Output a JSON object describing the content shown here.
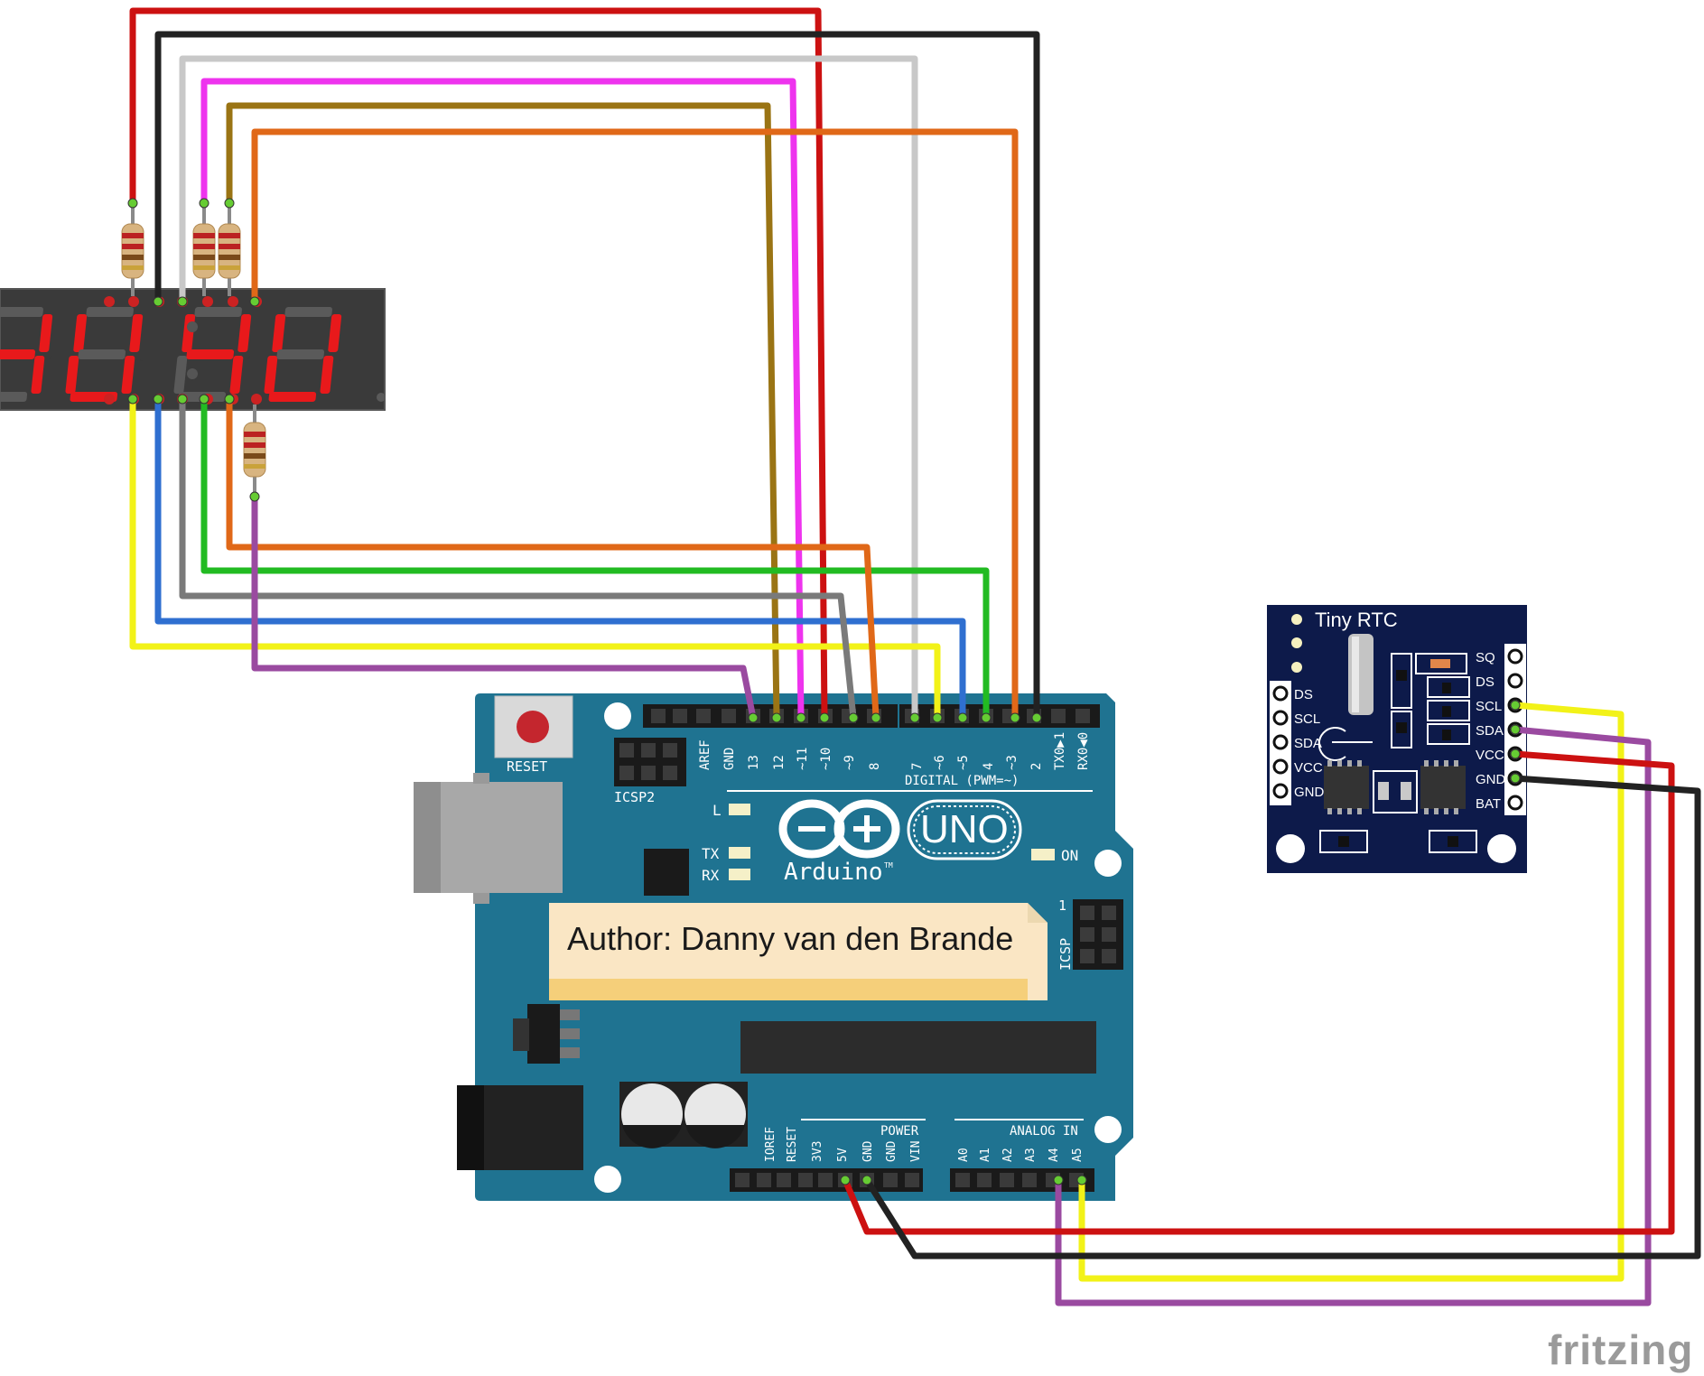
{
  "display": {
    "digits": [
      "4",
      "U",
      "4",
      "U"
    ]
  },
  "arduino": {
    "reset_label": "RESET",
    "icsp2_label": "ICSP2",
    "icsp_label": "ICSP",
    "icsp_pin1": "1",
    "digital_header": "DIGITAL (PWM=~)",
    "pin_labels_top": [
      "AREF",
      "GND",
      "13",
      "12",
      "~11",
      "~10",
      "~9",
      "8",
      "7",
      "~6",
      "~5",
      "4",
      "~3",
      "2",
      "TX0▶1",
      "RX0◀0"
    ],
    "led_l": "L",
    "led_tx": "TX",
    "led_rx": "RX",
    "led_on": "ON",
    "logo_uno": "UNO",
    "logo_brand": "Arduino",
    "logo_tm": "TM",
    "power_header": "POWER",
    "analog_header": "ANALOG IN",
    "pin_labels_power": [
      "IOREF",
      "RESET",
      "3V3",
      "5V",
      "GND",
      "GND",
      "VIN"
    ],
    "pin_labels_analog": [
      "A0",
      "A1",
      "A2",
      "A3",
      "A4",
      "A5"
    ]
  },
  "note": {
    "text": "Author: Danny van den Brande"
  },
  "rtc": {
    "title": "Tiny RTC",
    "left_pins": [
      "DS",
      "SCL",
      "SDA",
      "VCC",
      "GND"
    ],
    "right_pins": [
      "SQ",
      "DS",
      "SCL",
      "SDA",
      "VCC",
      "GND",
      "BAT"
    ]
  },
  "watermark": "fritzing",
  "colors": {
    "wire_red": "#cc1111",
    "wire_black": "#222222",
    "wire_white": "#c8c8c8",
    "wire_pink": "#ee33ee",
    "wire_brown": "#9a7414",
    "wire_orange": "#e06818",
    "wire_yellow": "#f2f218",
    "wire_blue": "#2f6fd0",
    "wire_gray": "#7a7a7a",
    "wire_green": "#22bb22",
    "wire_purple": "#9a4aa0",
    "board_arduino": "#1f7391",
    "board_rtc": "#0d1a4a",
    "segment": "#e8191b"
  }
}
